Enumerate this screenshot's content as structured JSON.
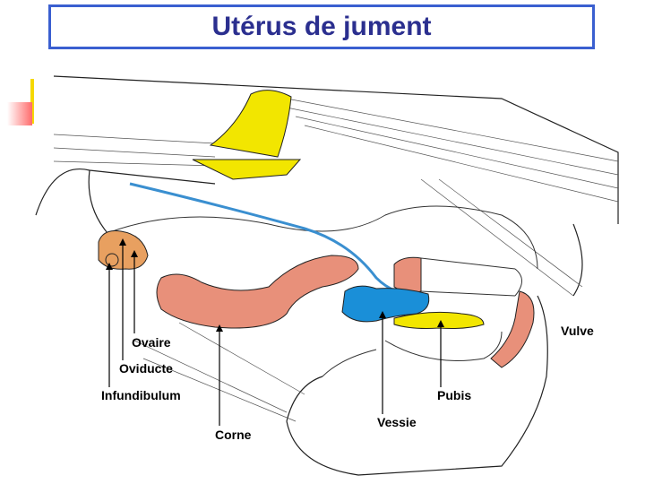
{
  "title": "Utérus de jument",
  "labels": {
    "ovaire": "Ovaire",
    "oviducte": "Oviducte",
    "infundibulum": "Infundibulum",
    "corne": "Corne",
    "vessie": "Vessie",
    "pubis": "Pubis",
    "vulve": "Vulve"
  },
  "colors": {
    "title_border": "#3a5fd0",
    "title_text": "#2b2f8f",
    "bone": "#f2e600",
    "uterus": "#e8907a",
    "ovary": "#e8a060",
    "bladder": "#1a8fd8",
    "vessel": "#3a8fd0"
  }
}
